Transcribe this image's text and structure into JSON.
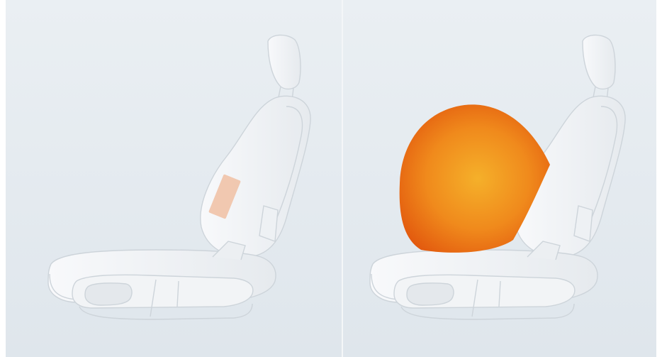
{
  "figure": {
    "panels": [
      {
        "state": "stowed",
        "airbag": "folded-module"
      },
      {
        "state": "deployed",
        "airbag": "inflated-bag"
      }
    ],
    "colors": {
      "background": "#e3e9ee",
      "background_light": "#eef2f5",
      "seat_fill": "#f5f7f9",
      "seat_stroke": "#cfd6dc",
      "module_fill": "#f0bfa3",
      "airbag_center": "#f5a623",
      "airbag_edge": "#e8620f"
    }
  }
}
